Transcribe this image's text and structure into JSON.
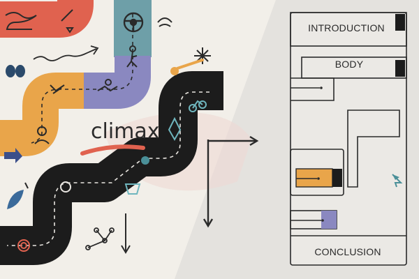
{
  "illustration": {
    "handwritten_word": "climax",
    "colors": {
      "background": "#e9e6e1",
      "road_red": "#e0624f",
      "road_teal": "#6e9fa8",
      "road_purple": "#8a88c0",
      "road_orange": "#e9a54a",
      "road_black": "#1c1c1c",
      "accent_teal": "#4a8f98",
      "ink": "#2a2a2a"
    }
  },
  "outline": {
    "sections": [
      {
        "label": "INTRODUCTION"
      },
      {
        "label": "BODY"
      },
      {
        "label": "CONCLUSION"
      }
    ]
  }
}
